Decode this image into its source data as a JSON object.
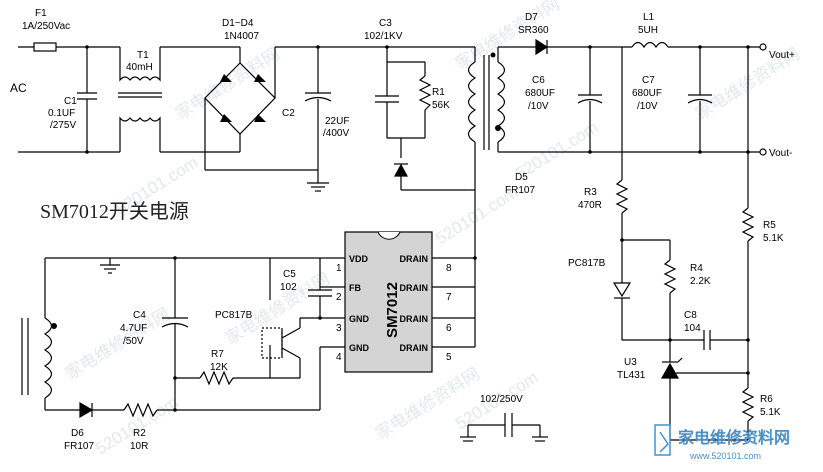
{
  "title": "SM7012开关电源",
  "ac_label": "AC",
  "components": {
    "F1": {
      "ref": "F1",
      "value": "1A/250Vac"
    },
    "T1": {
      "ref": "T1",
      "value": "40mH"
    },
    "D1_D4": {
      "ref": "D1~D4",
      "value": "1N4007"
    },
    "C1": {
      "ref": "C1",
      "value": "0.1UF",
      "value2": "/275V"
    },
    "C2": {
      "ref": "C2",
      "value": "22UF",
      "value2": "/400V"
    },
    "C3": {
      "ref": "C3",
      "value": "102/1KV"
    },
    "R1": {
      "ref": "R1",
      "value": "56K"
    },
    "D7": {
      "ref": "D7",
      "value": "SR360"
    },
    "L1": {
      "ref": "L1",
      "value": "5UH"
    },
    "C6": {
      "ref": "C6",
      "value": "680UF",
      "value2": "/10V"
    },
    "C7": {
      "ref": "C7",
      "value": "680UF",
      "value2": "/10V"
    },
    "D5": {
      "ref": "D5",
      "value": "FR107"
    },
    "R3": {
      "ref": "R3",
      "value": "470R"
    },
    "R5": {
      "ref": "R5",
      "value": "5.1K"
    },
    "R4": {
      "ref": "R4",
      "value": "2.2K"
    },
    "C8": {
      "ref": "C8",
      "value": "104"
    },
    "U3": {
      "ref": "U3",
      "value": "TL431"
    },
    "R6": {
      "ref": "R6",
      "value": "5.1K"
    },
    "C5": {
      "ref": "C5",
      "value": "102"
    },
    "C4": {
      "ref": "C4",
      "value": "4.7UF",
      "value2": "/50V"
    },
    "R7": {
      "ref": "R7",
      "value": "12K"
    },
    "R2": {
      "ref": "R2",
      "value": "10R"
    },
    "D6": {
      "ref": "D6",
      "value": "FR107"
    },
    "PC817B_pri": {
      "ref": "PC817B"
    },
    "PC817B_sec": {
      "ref": "PC817B"
    },
    "Cy": {
      "value": "102/250V"
    }
  },
  "outputs": {
    "plus": "Vout+",
    "minus": "Vout-"
  },
  "ic": {
    "name": "SM7012",
    "pins_left": [
      {
        "num": "1",
        "name": "VDD"
      },
      {
        "num": "2",
        "name": "FB"
      },
      {
        "num": "3",
        "name": "GND"
      },
      {
        "num": "4",
        "name": "GND"
      }
    ],
    "pins_right": [
      {
        "num": "8",
        "name": "DRAIN"
      },
      {
        "num": "7",
        "name": "DRAIN"
      },
      {
        "num": "6",
        "name": "DRAIN"
      },
      {
        "num": "5",
        "name": "DRAIN"
      }
    ]
  },
  "watermark": {
    "text_cn": "家电维修资料网",
    "text_num": "520101.com",
    "logo_cn": "家电维修资料网",
    "logo_url": "www.520101.com"
  }
}
